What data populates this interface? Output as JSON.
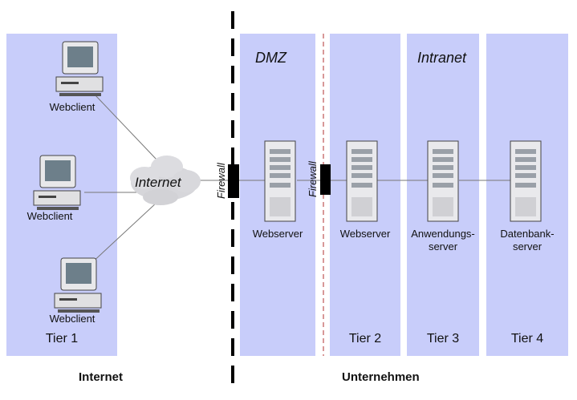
{
  "columns": {
    "internet_zone": {
      "client_label": "Webclient",
      "tier": "Tier 1"
    },
    "dmz": {
      "zone_label": "DMZ",
      "server": "Webserver"
    },
    "tier2": {
      "server": "Webserver",
      "tier": "Tier 2"
    },
    "tier3": {
      "zone_label": "Intranet",
      "server_line1": "Anwendungs-",
      "server_line2": "server",
      "tier": "Tier 3"
    },
    "tier4": {
      "server_line1": "Datenbank-",
      "server_line2": "server",
      "tier": "Tier 4"
    }
  },
  "cloud_label": "Internet",
  "firewall_label": "Firewall",
  "bottom_labels": {
    "left": "Internet",
    "right": "Unternehmen"
  },
  "colors": {
    "panel": "#c8cdfa",
    "firewall": "#000000",
    "dashed_line": "#b03030"
  },
  "icons": [
    "desktop-computer-icon",
    "cloud-icon",
    "tower-server-icon",
    "firewall-block-icon"
  ]
}
